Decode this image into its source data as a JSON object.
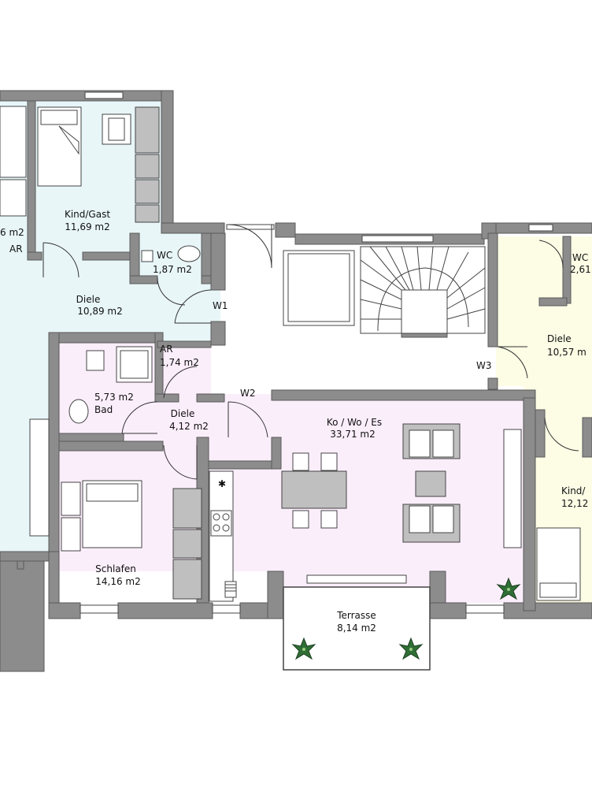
{
  "colors": {
    "blue_rooms": "#e8f6f8",
    "pink_rooms": "#fbeefb",
    "yellow_rooms": "#fdfde6",
    "walls": "#8c8c8c",
    "furniture": "#bfbfbf",
    "plant": "#2f6e35"
  },
  "rooms": {
    "cut_left_area": "6 m2",
    "cut_left_ar": "AR",
    "kind_gast_name": "Kind/Gast",
    "kind_gast_area": "11,69 m2",
    "wc1_name": "WC",
    "wc1_area": "1,87 m2",
    "diele1_name": "Diele",
    "diele1_area": "10,89 m2",
    "ar2_name": "AR",
    "ar2_area": "1,74 m2",
    "bad_area": "5,73 m2",
    "bad_name": "Bad",
    "diele2_name": "Diele",
    "diele2_area": "4,12 m2",
    "kowoes_name": "Ko / Wo / Es",
    "kowoes_area": "33,71 m2",
    "schlafen_name": "Schlafen",
    "schlafen_area": "14,16 m2",
    "terrasse_name": "Terrasse",
    "terrasse_area": "8,14 m2",
    "wc2_name": "WC",
    "wc2_area": "2,61",
    "diele3_name": "Diele",
    "diele3_area": "10,57 m",
    "kind2_name": "Kind/",
    "kind2_area": "12,12"
  },
  "markers": {
    "w1": "W1",
    "w2": "W2",
    "w3": "W3"
  }
}
